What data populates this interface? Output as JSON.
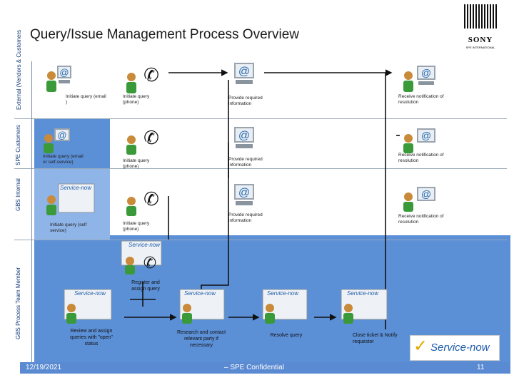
{
  "title": "Query/Issue Management Process Overview",
  "logo": {
    "text": "SONY",
    "sub": "SPE INTERNATIONAL"
  },
  "lanes": {
    "external": "External (Vendors & Customers",
    "spe": "SPE Customers",
    "gbs_internal": "GBS Internal",
    "gbs_team": "GBS Process Team Member"
  },
  "labels": {
    "ext_email": "Initiate query (email )",
    "ext_phone": "Initiate query (phone)",
    "ext_provide": "Provide required information",
    "ext_receive": "Receive notification of resolution",
    "spe_email": "Initiate query (email or self-service)",
    "spe_phone": "Initiate query (phone)",
    "spe_provide": "Provide required information",
    "spe_receive": "Receive notification of resolution",
    "int_self": "Initiate query (self service)",
    "int_phone": "Initiate query (phone)",
    "int_provide": "Provide required information",
    "int_receive": "Receive notification of resolution",
    "register": "Register and assign query",
    "review": "Review and assign queries with \"open\" status",
    "research": "Research and contact relevant party if necessary",
    "resolve": "Resolve query",
    "close": "Close ticket & Notify requestor"
  },
  "servicenow": "Service-now",
  "footer": {
    "date": "12/19/2021",
    "conf": "– SPE Confidential",
    "page": "11"
  },
  "colors": {
    "lane_blue": "#5b8fd6",
    "lane_lightblue": "#8fb4e8",
    "footer": "#5a8ad1",
    "title": "#1a1a1a"
  }
}
